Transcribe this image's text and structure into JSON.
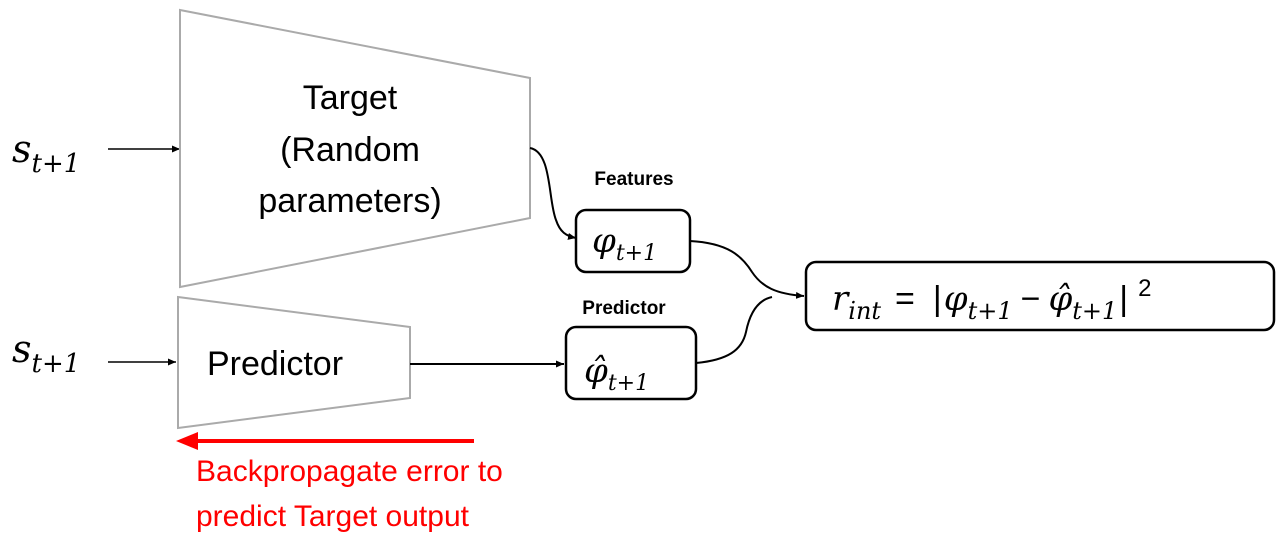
{
  "inputs": {
    "top": {
      "symbol": "s",
      "subscript": "t+1"
    },
    "bottom": {
      "symbol": "s",
      "subscript": "t+1"
    }
  },
  "target_network": {
    "line1": "Target",
    "line2": "(Random",
    "line3": "parameters)"
  },
  "predictor_network": {
    "label": "Predictor"
  },
  "feature_boxes": {
    "features": {
      "heading": "Features",
      "symbol": "φ",
      "subscript": "t+1"
    },
    "predictor": {
      "heading": "Predictor",
      "symbol": "φ̂",
      "subscript": "t+1"
    }
  },
  "reward": {
    "lhs": "r",
    "lhs_subscript": "int",
    "equals": "=",
    "bar_open": "|",
    "term1": "φ",
    "term1_subscript": "t+1",
    "minus": "−",
    "term2": "φ̂",
    "term2_subscript": "t+1",
    "bar_close": "|",
    "exponent": "2"
  },
  "backprop": {
    "line1": "Backpropagate error to",
    "line2": "predict Target output",
    "color": "#ff0000"
  },
  "colors": {
    "trapezoid_stroke": "#aaaaaa",
    "line": "#000000"
  }
}
